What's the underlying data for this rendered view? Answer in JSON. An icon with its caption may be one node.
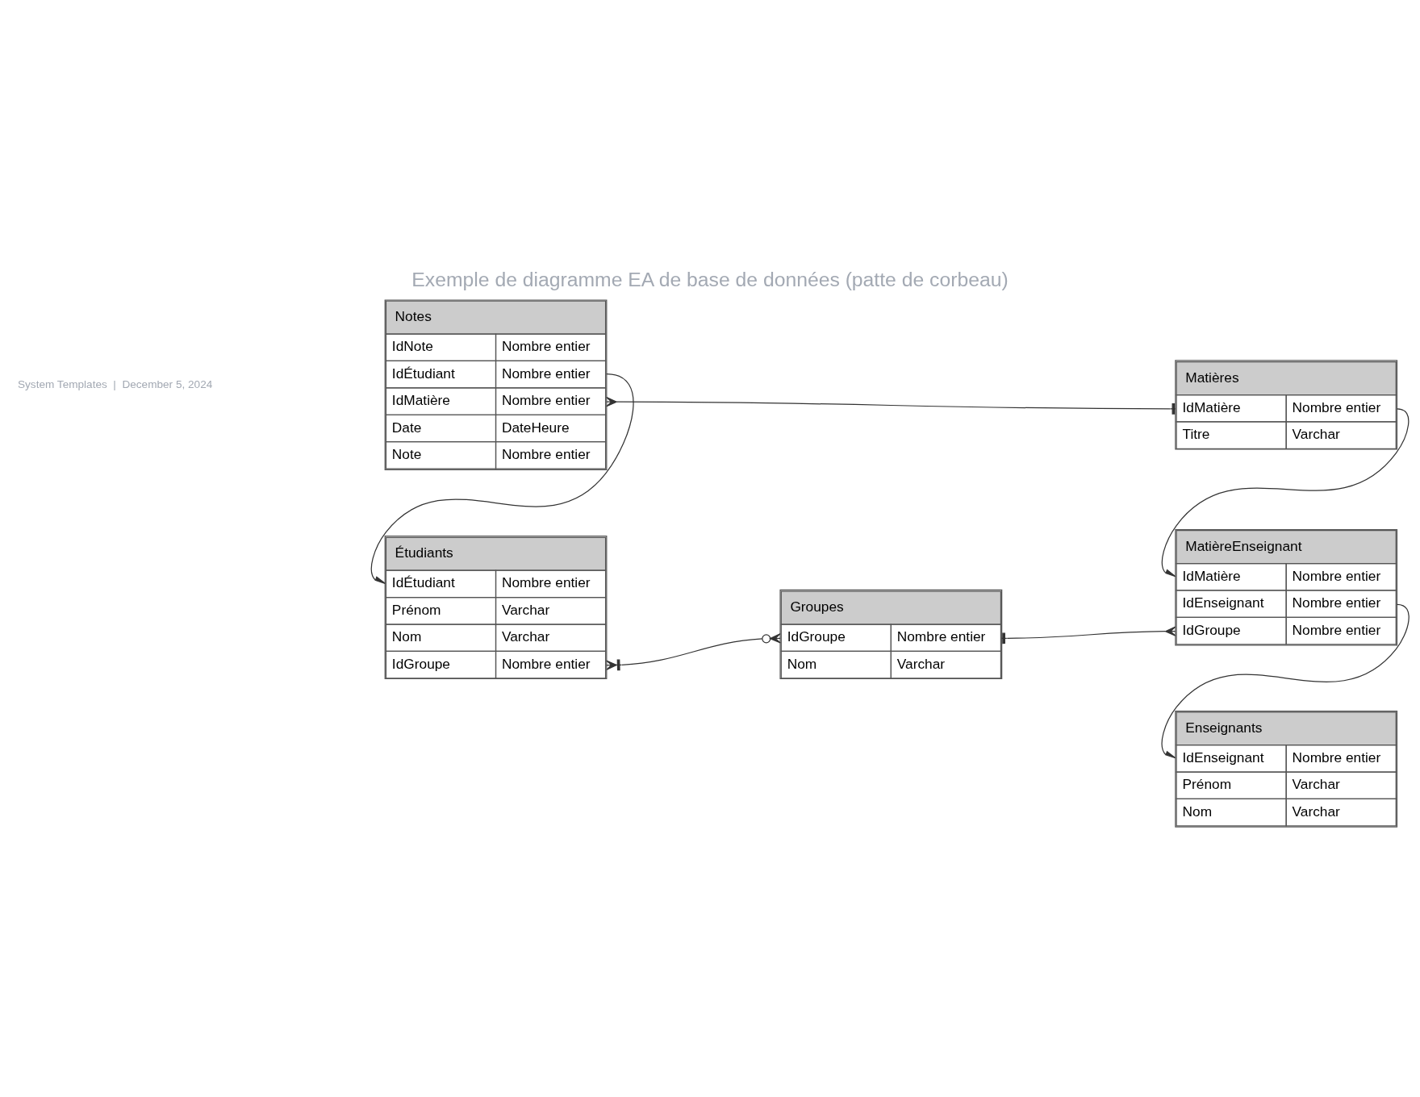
{
  "diagram": {
    "title": "Exemple de diagramme EA de base de données (patte de corbeau)",
    "nodes": [
      {
        "text": [
          "Notes",
          "IdNote",
          "Nombre entier",
          "IdÉtudiant",
          "Nombre entier",
          "IdMatière",
          "Nombre entier",
          "Date",
          "DateHeure",
          "Note",
          "Nombre entier"
        ]
      },
      {
        "text": [
          "Matières",
          "IdMatière",
          "Nombre entier",
          "Titre",
          "Varchar"
        ]
      },
      {
        "text": [
          "Étudiants",
          "IdÉtudiant",
          "Nombre entier",
          "Prénom",
          "Varchar",
          "Nom",
          "Varchar",
          "IdGroupe",
          "Nombre entier"
        ]
      },
      {
        "text": [
          "Groupes",
          "IdGroupe",
          "Nombre entier",
          "Nom",
          "Varchar"
        ]
      },
      {
        "text": [
          "MatièreEnseignant",
          "IdMatière",
          "Nombre entier",
          "IdEnseignant",
          "Nombre entier",
          "IdGroupe",
          "Nombre entier"
        ]
      },
      {
        "text": [
          "Enseignants",
          "IdEnseignant",
          "Nombre entier",
          "Prénom",
          "Varchar",
          "Nom",
          "Varchar"
        ]
      }
    ],
    "edges": [
      {
        "from": 0,
        "to": 1,
        "arrow": "other"
      },
      {
        "from": 0,
        "to": 2,
        "arrow": "other"
      },
      {
        "from": 2,
        "to": 3,
        "arrow": "other"
      },
      {
        "from": 3,
        "to": 4,
        "arrow": "other"
      },
      {
        "from": 1,
        "to": 4,
        "arrow": "other"
      },
      {
        "from": 4,
        "to": 5,
        "arrow": "other"
      }
    ],
    "labels": [
      "System Templates  |  December 5, 2024"
    ]
  }
}
